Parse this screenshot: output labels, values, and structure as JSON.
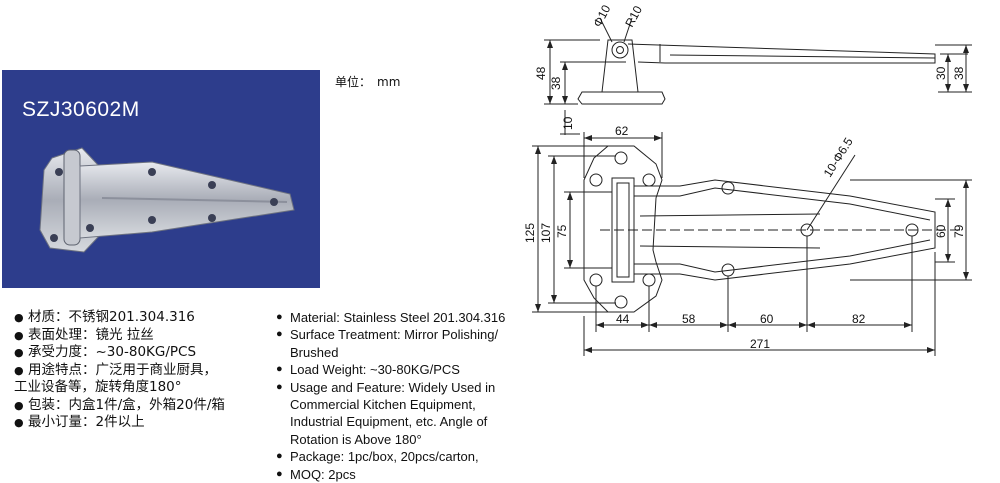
{
  "photo": {
    "model": "SZJ30602M",
    "background": "#2d3d8c"
  },
  "unit_label": "单位：",
  "unit_value": "mm",
  "specs_cn": [
    "材质：不锈钢201.304.316",
    "表面处理：镜光 拉丝",
    "承受力度：~30-80KG/PCS",
    "用途特点：广泛用于商业厨具，",
    "工业设备等，旋转角度180°",
    "包装：内盒1件/盒，外箱20件/箱",
    "最小订量：2件以上"
  ],
  "specs_en": {
    "material": "Material: Stainless Steel 201.304.316",
    "surface_1": "Surface Treatment: Mirror Polishing/",
    "surface_2": "Brushed",
    "load": "Load Weight: ~30-80KG/PCS",
    "usage_1": "Usage and Feature: Widely Used in",
    "usage_2": "Commercial Kitchen Equipment,",
    "usage_3": "Industrial Equipment, etc. Angle of",
    "usage_4": "Rotation is Above 180°",
    "package": "Package: 1pc/box, 20pcs/carton,",
    "moq": "MOQ: 2pcs"
  },
  "dimensions": {
    "pin_dia": "Φ10",
    "radius": "R10",
    "h48": "48",
    "h38_left": "38",
    "h30": "30",
    "h38_right": "38",
    "gap10": "10",
    "w62": "62",
    "holes": "10-Φ6.5",
    "h125": "125",
    "h107": "107",
    "h75": "75",
    "h60": "60",
    "h79": "79",
    "w44": "44",
    "w58": "58",
    "w60": "60",
    "w82": "82",
    "w271": "271"
  }
}
